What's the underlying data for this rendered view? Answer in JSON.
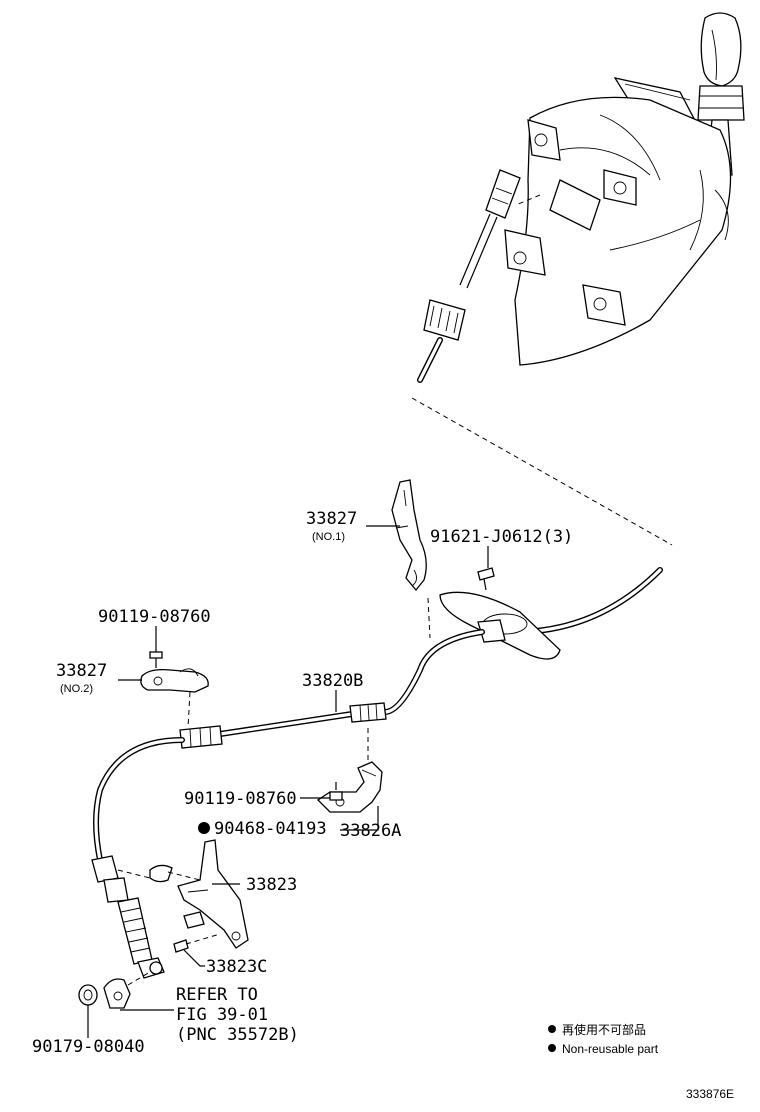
{
  "labels": {
    "p33827_no1": "33827",
    "p33827_no1_sub": "(NO.1)",
    "p91621": "91621-J0612(3)",
    "p90119_top": "90119-08760",
    "p33827_no2": "33827",
    "p33827_no2_sub": "(NO.2)",
    "p33820b": "33820B",
    "p90119_mid": "90119-08760",
    "p33826a": "33826A",
    "p90468": "90468-04193",
    "p33823": "33823",
    "p33823c": "33823C",
    "ref_line1": "REFER TO",
    "ref_line2": "FIG 39-01",
    "ref_line3": "(PNC 35572B)",
    "p90179": "90179-08040"
  },
  "legend": {
    "line1": "再使用不可部品",
    "line2": "Non-reusable part"
  },
  "figure_id": "333876E",
  "non_reusable_parts": [
    "90468-04193"
  ]
}
